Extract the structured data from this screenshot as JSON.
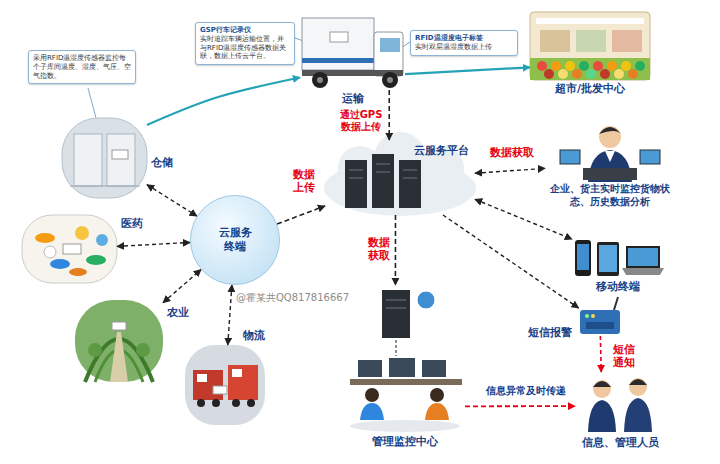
{
  "diagram": {
    "nodes": [
      {
        "text": [
          "采用RFID温湿度传感器监控每个子库间温度、湿度、气压、空气指数。"
        ]
      },
      {
        "text": [
          "GSP行车记录仪",
          "实时追踪车辆运输位置，并与RFID温湿度传感器数据关联，数据上传云平台。"
        ]
      },
      {
        "text": [
          "RFID温湿度电子标签",
          "实时双层温湿度数据上传"
        ]
      },
      {
        "text": [
          "运输"
        ]
      },
      {
        "text": [
          "超市/批发中心"
        ]
      },
      {
        "text": [
          "仓储"
        ]
      },
      {
        "text": [
          "云服务平台"
        ]
      },
      {
        "text": [
          "企业、货主实时监控货物状态、历史数据分析"
        ]
      },
      {
        "text": [
          "医药"
        ]
      },
      {
        "text": [
          "云服务终端"
        ]
      },
      {
        "text": [
          "移动终端"
        ]
      },
      {
        "text": [
          "农业"
        ]
      },
      {
        "text": [
          "物流"
        ]
      },
      {
        "text": [
          "短信报警"
        ]
      },
      {
        "text": [
          "管理监控中心"
        ]
      },
      {
        "text": [
          "信息、管理人员"
        ]
      }
    ],
    "edges": [
      {
        "from": 5,
        "to": 3,
        "arrow": "to"
      },
      {
        "from": 3,
        "to": 4,
        "arrow": "to"
      },
      {
        "from": 3,
        "to": 6,
        "label": "通过GPS 数据上传",
        "arrow": "to"
      },
      {
        "from": 9,
        "to": 6,
        "label": "数据上传",
        "arrow": "to"
      },
      {
        "from": 5,
        "to": 9,
        "arrow": "both"
      },
      {
        "from": 8,
        "to": 9,
        "arrow": "both"
      },
      {
        "from": 11,
        "to": 9,
        "arrow": "both"
      },
      {
        "from": 12,
        "to": 9,
        "arrow": "both"
      },
      {
        "from": 6,
        "to": 7,
        "label": "数据获取",
        "arrow": "both"
      },
      {
        "from": 6,
        "to": 10,
        "arrow": "both"
      },
      {
        "from": 6,
        "to": 13,
        "arrow": "to"
      },
      {
        "from": 6,
        "to": 14,
        "label": "数据获取",
        "arrow": "to"
      },
      {
        "from": 13,
        "to": 15,
        "label": "短信通知",
        "arrow": "to"
      },
      {
        "from": 14,
        "to": 15,
        "label": "信息异常及时传递",
        "arrow": "to"
      }
    ],
    "labels": [
      "@霍某共QQ817816667"
    ]
  }
}
